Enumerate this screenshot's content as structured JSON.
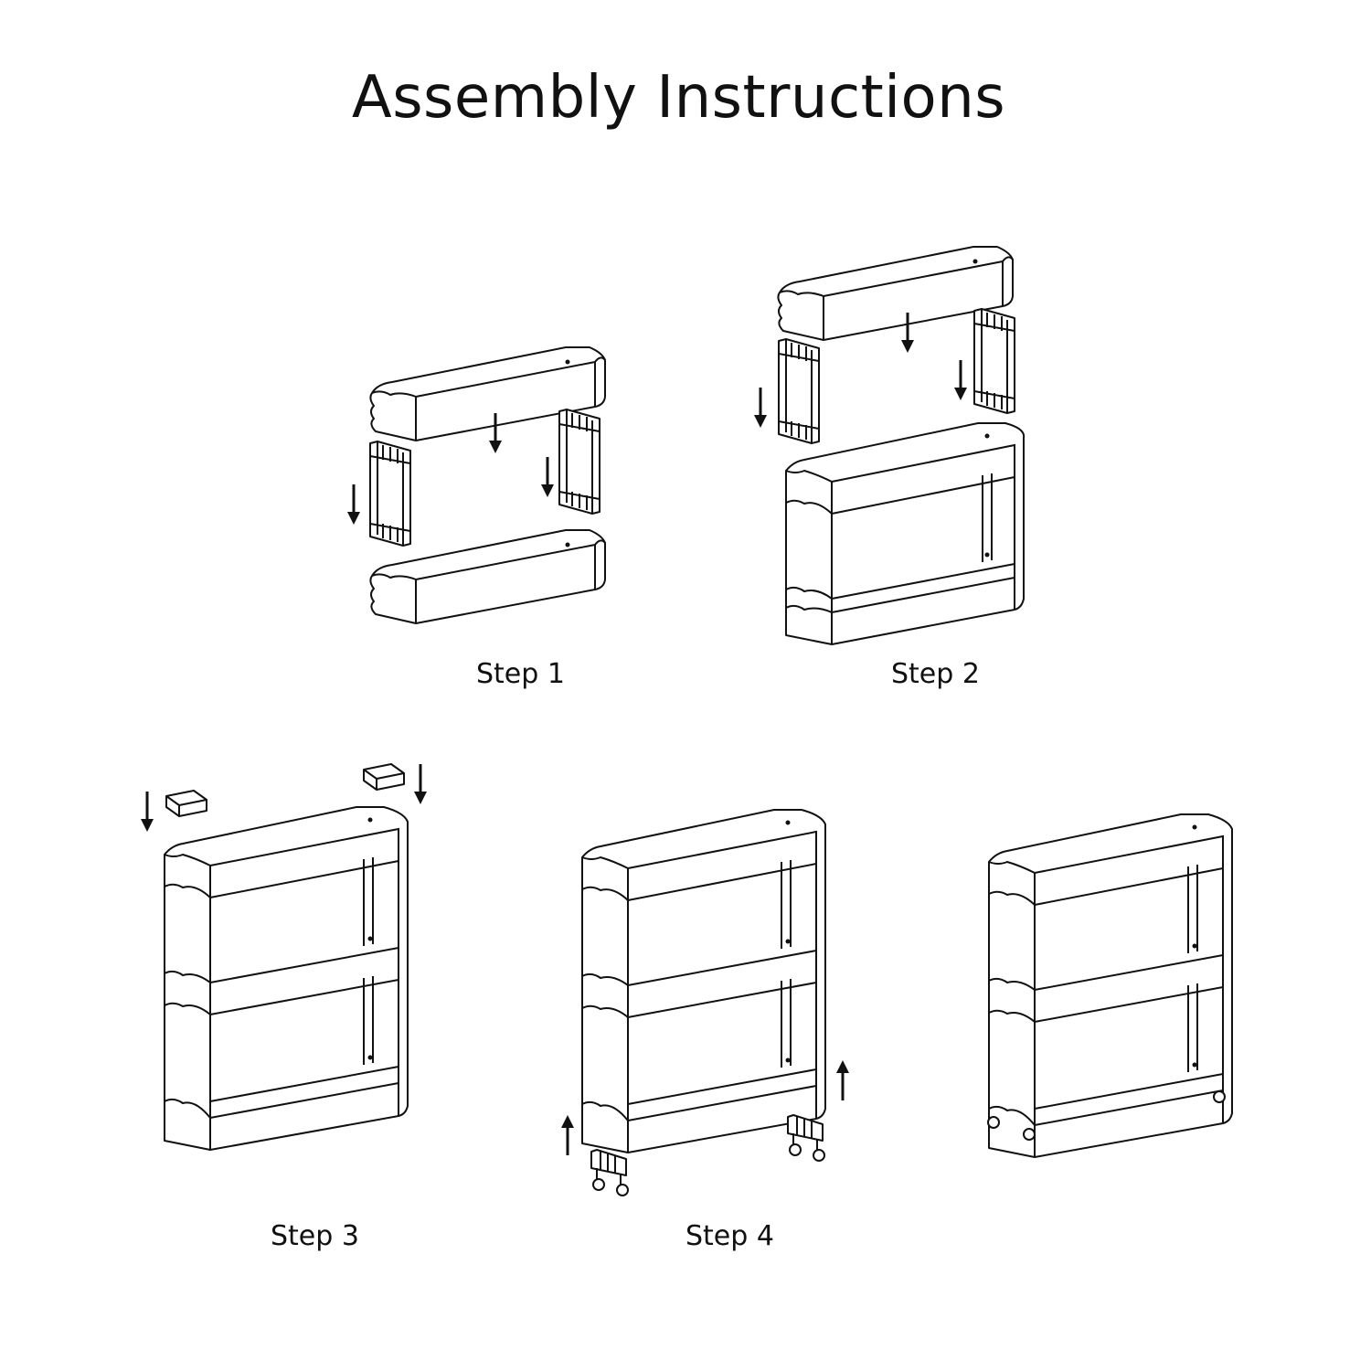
{
  "title": "Assembly Instructions",
  "steps": [
    {
      "label": "Step 1"
    },
    {
      "label": "Step 2"
    },
    {
      "label": "Step 3"
    },
    {
      "label": "Step 4"
    }
  ],
  "line_color": "#111111"
}
